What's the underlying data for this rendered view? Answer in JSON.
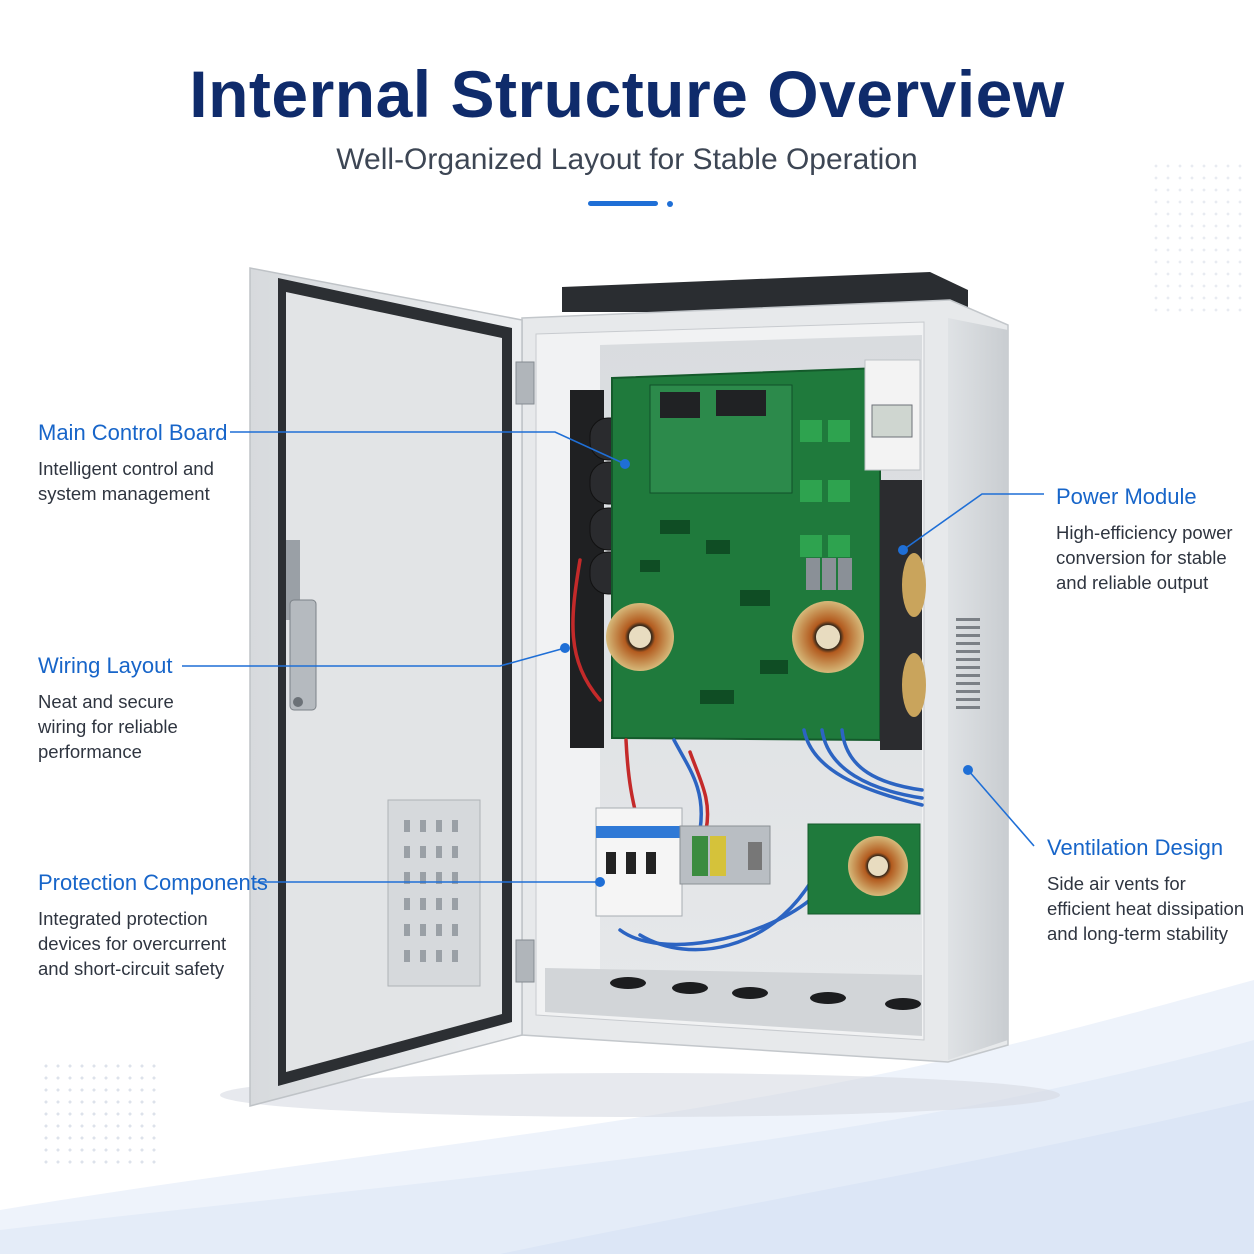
{
  "header": {
    "title": "Internal Structure Overview",
    "subtitle": "Well-Organized Layout for Stable Operation"
  },
  "callouts": {
    "main_control_board": {
      "title": "Main Control Board",
      "lines": [
        "Intelligent control and",
        "system management"
      ]
    },
    "wiring_layout": {
      "title": "Wiring Layout",
      "lines": [
        "Neat and secure",
        "wiring for reliable",
        "performance"
      ]
    },
    "protection_components": {
      "title": "Protection Components",
      "lines": [
        "Integrated protection",
        "devices for overcurrent",
        "and short-circuit safety"
      ]
    },
    "power_module": {
      "title": "Power Module",
      "lines": [
        "High-efficiency power",
        "conversion for stable",
        "and reliable output"
      ]
    },
    "ventilation_design": {
      "title": "Ventilation Design",
      "lines": [
        "Side air vents for",
        "efficient heat dissipation",
        "and long-term stability"
      ]
    }
  },
  "colors": {
    "title": "#0f2b6b",
    "accent": "#1f6fd6",
    "callout_title": "#1765c9",
    "body_text": "#2f3540",
    "cabinet": "#e6e8ea",
    "pcb": "#1f7a3c"
  }
}
